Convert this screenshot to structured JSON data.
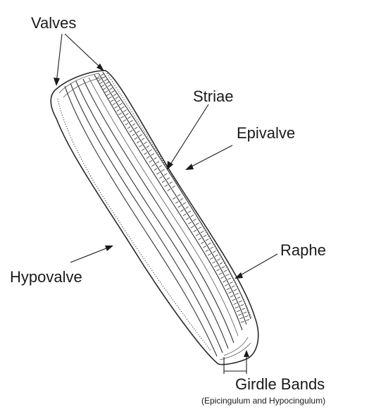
{
  "diagram": {
    "labels": {
      "valves": "Valves",
      "striae": "Striae",
      "epivalve": "Epivalve",
      "raphe": "Raphe",
      "hypovalve": "Hypovalve",
      "girdle_bands": "Girdle Bands",
      "girdle_bands_note": "(Epicingulum and Hypocingulum)"
    },
    "colors": {
      "ink": "#1a1a1a",
      "background": "#ffffff"
    }
  }
}
